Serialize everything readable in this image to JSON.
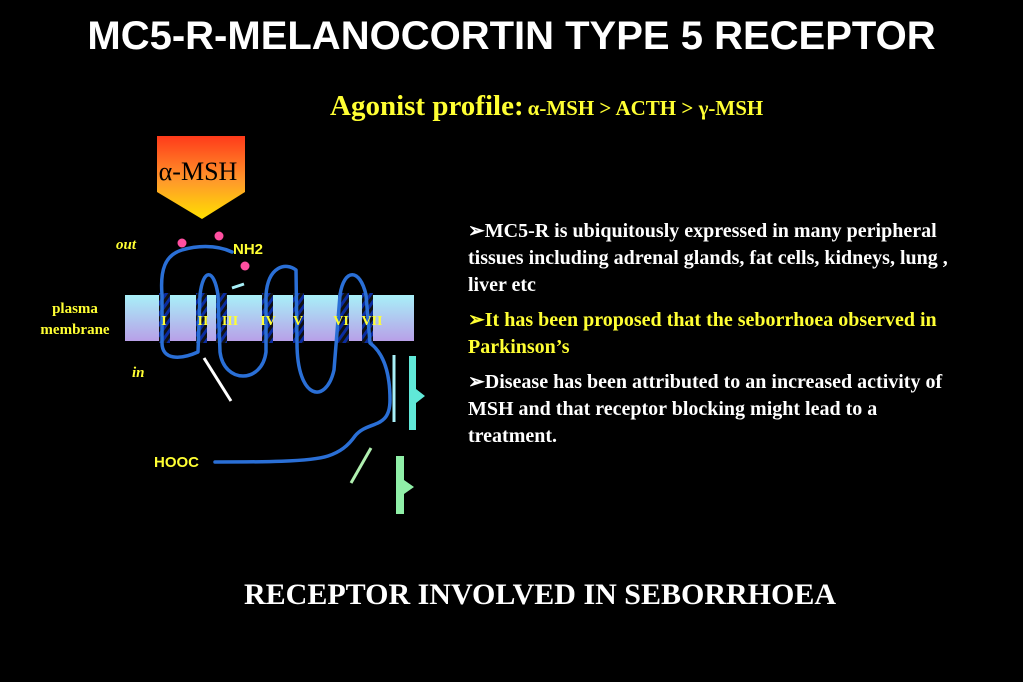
{
  "title": "MC5-R-MELANOCORTIN TYPE 5 RECEPTOR",
  "agonist": {
    "label": "Agonist profile:",
    "profile": "α-MSH > ACTH > γ-MSH"
  },
  "diagram": {
    "ligand": "α-MSH",
    "out": "out",
    "in": "in",
    "plasma": "plasma",
    "membrane": "membrane",
    "nh2": "NH2",
    "hooc": "HOOC",
    "helices": [
      "I",
      "II",
      "III",
      "IV",
      "V",
      "VI",
      "VII"
    ],
    "colors": {
      "chain": "#2a6fd6",
      "membrane_top": "#a8f0f8",
      "membrane_bottom": "#b8a0e8",
      "dots": "#ff4fa0"
    }
  },
  "bullets": [
    {
      "text": "➢MC5-R is ubiquitously expressed in many peripheral tissues including adrenal glands, fat cells, kidneys, lung , liver etc",
      "color": "#ffffff"
    },
    {
      "text": "➢It has been proposed that the seborrhoea observed in Parkinson’s",
      "color": "#ffff33"
    },
    {
      "text": "➢Disease has been attributed to an increased activity of MSH and that receptor blocking might lead to a treatment.",
      "color": "#ffffff"
    }
  ],
  "footer": "RECEPTOR INVOLVED IN SEBORRHOEA"
}
